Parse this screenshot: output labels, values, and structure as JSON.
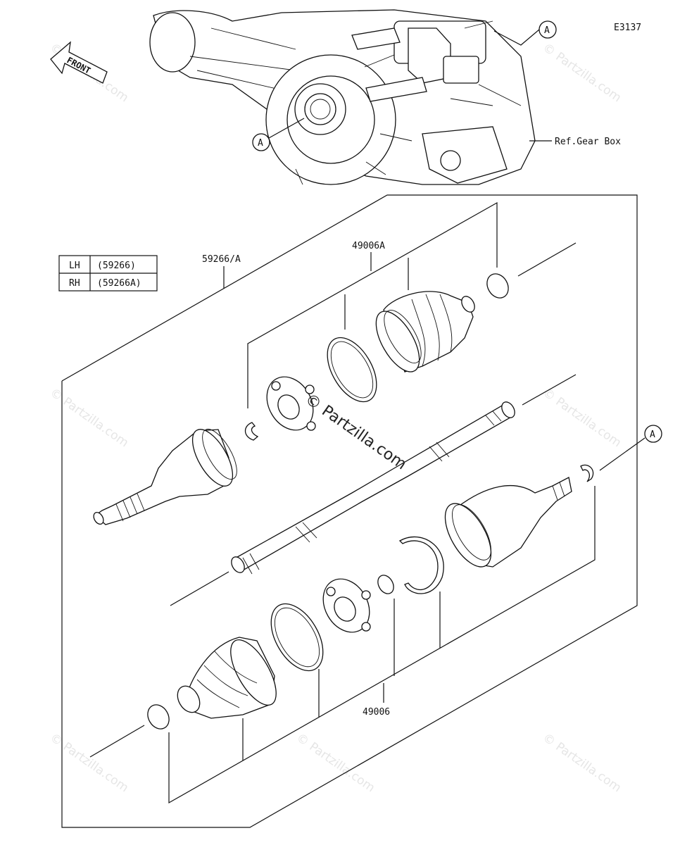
{
  "diagram": {
    "code": "E3137",
    "front_label": "FRONT",
    "ref_label": "Ref.Gear Box",
    "callout_marker": "A",
    "assembly_label": "59266/A",
    "outer_kit_label": "49006A",
    "inner_kit_label": "49006",
    "side_table": [
      {
        "side": "LH",
        "part": "(59266)"
      },
      {
        "side": "RH",
        "part": "(59266A)"
      }
    ],
    "watermark": "© Partzilla.com"
  }
}
